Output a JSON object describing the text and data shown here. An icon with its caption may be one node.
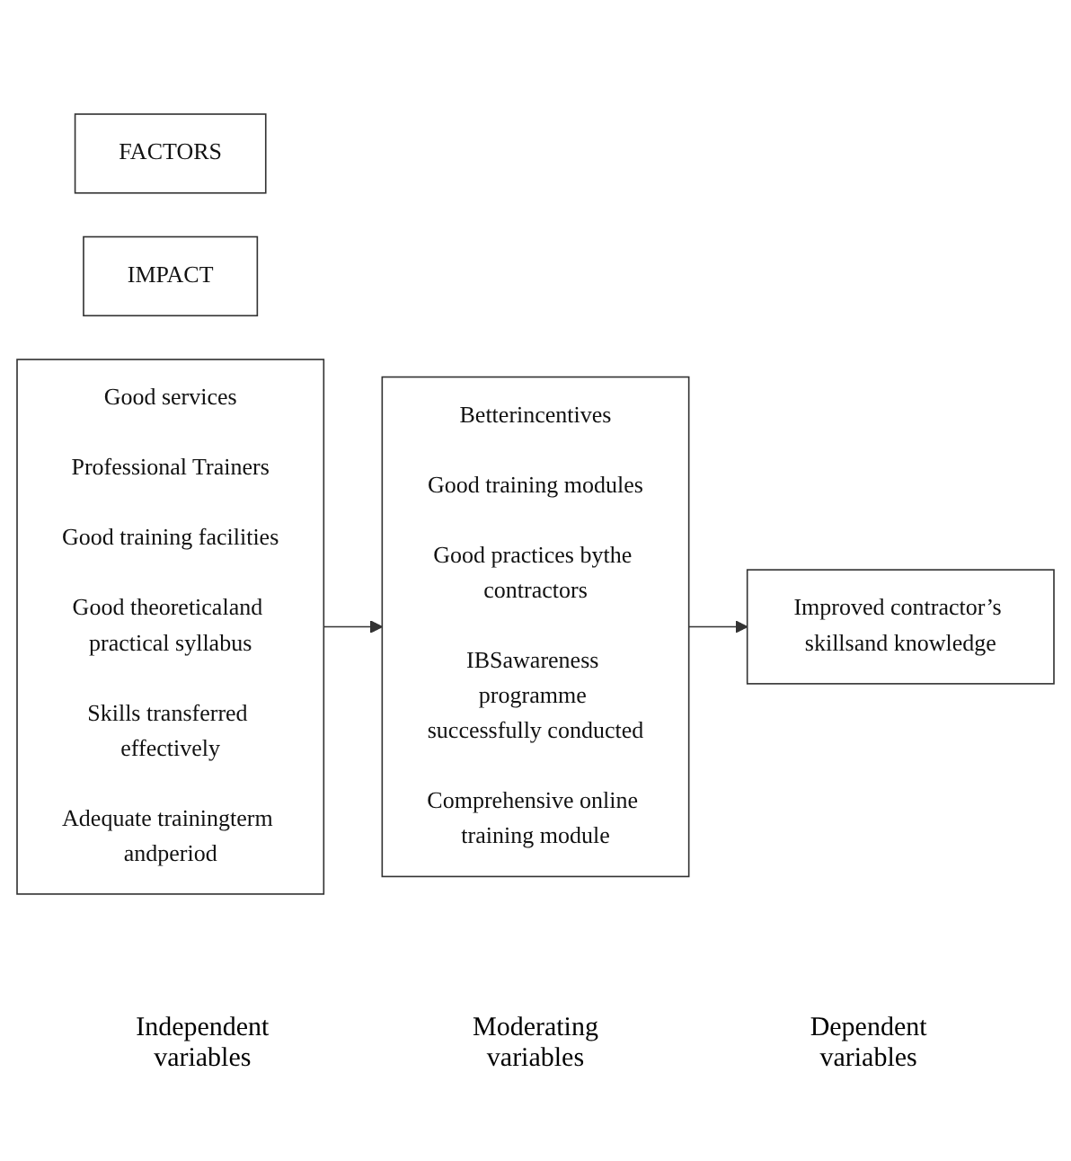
{
  "diagram": {
    "nodes": [
      {
        "text": [
          "FACTORS"
        ]
      },
      {
        "text": [
          "IMPACT"
        ]
      },
      {
        "text": [
          "Good services",
          "Professional Trainers",
          "Good training facilities",
          "Good theoreticaland practical syllabus",
          "Skills transferred effectively",
          "Adequate trainingterm andperiod"
        ]
      },
      {
        "text": [
          "Betterincentives",
          "Good training modules",
          "Good practices bythe contractors",
          "IBSawareness programme successfully conducted",
          "Comprehensive online training module"
        ]
      },
      {
        "text": [
          "Improved contractor’s skillsand knowledge"
        ]
      }
    ],
    "edges": [
      {
        "from": 2,
        "to": 3,
        "arrow": "to"
      },
      {
        "from": 3,
        "to": 4,
        "arrow": "to"
      }
    ],
    "labels": [
      "Independent variables",
      "Moderating variables",
      "Dependent variables"
    ]
  }
}
